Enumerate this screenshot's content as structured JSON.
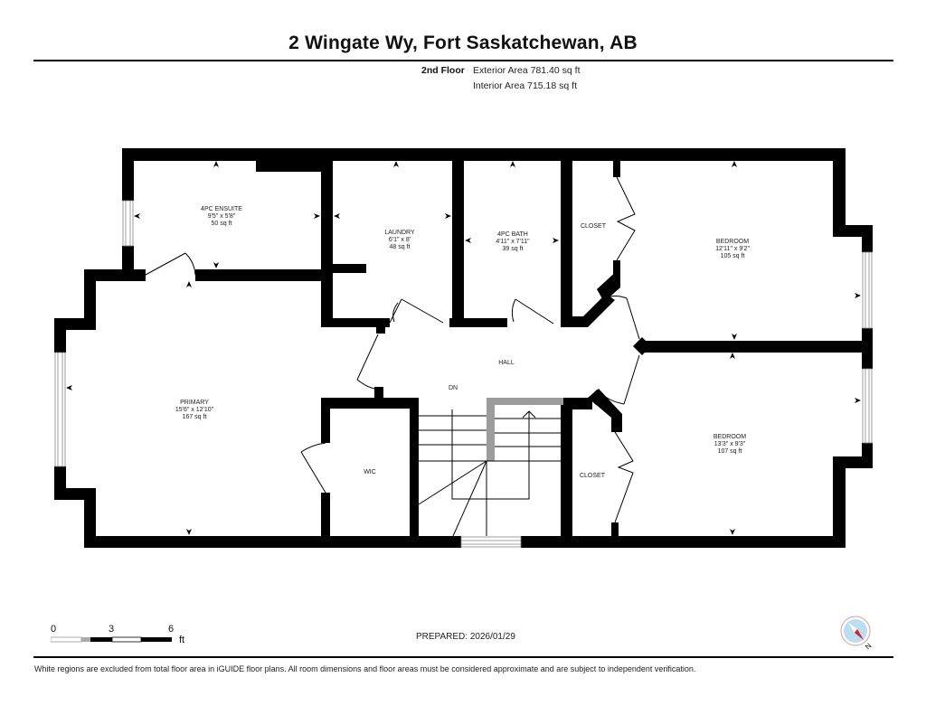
{
  "header": {
    "title": "2 Wingate Wy, Fort Saskatchewan, AB",
    "floor": "2nd Floor",
    "exterior_area": "Exterior Area 781.40 sq ft",
    "interior_area": "Interior Area 715.18 sq ft"
  },
  "rooms": [
    {
      "name": "4PC ENSUITE",
      "dims": "9'5\" x 5'8\"",
      "area": "50 sq ft"
    },
    {
      "name": "LAUNDRY",
      "dims": "6'1\" x 8'",
      "area": "48 sq ft"
    },
    {
      "name": "4PC BATH",
      "dims": "4'11\" x 7'11\"",
      "area": "39 sq ft"
    },
    {
      "name": "BEDROOM",
      "dims": "12'11\" x 9'2\"",
      "area": "105 sq ft"
    },
    {
      "name": "PRIMARY",
      "dims": "15'6\" x 12'10\"",
      "area": "167 sq ft"
    },
    {
      "name": "BEDROOM",
      "dims": "13'3\" x 9'3\"",
      "area": "107 sq ft"
    }
  ],
  "labels": {
    "closet_top": "CLOSET",
    "closet_bottom": "CLOSET",
    "hall": "HALL",
    "dn": "DN",
    "wic": "WIC"
  },
  "scale": {
    "ticks": [
      "0",
      "3",
      "6"
    ],
    "unit": "ft"
  },
  "footer": {
    "prepared": "PREPARED: 2026/01/29",
    "disclaimer": "White regions are excluded from total floor area in iGUIDE floor plans. All room dimensions and floor areas must be considered approximate and are subject to independent verification."
  },
  "compass": {
    "north_label": "N",
    "ring_color": "#c9a0a0",
    "face_color": "#bcdff0",
    "needle_color": "#d4202a"
  }
}
